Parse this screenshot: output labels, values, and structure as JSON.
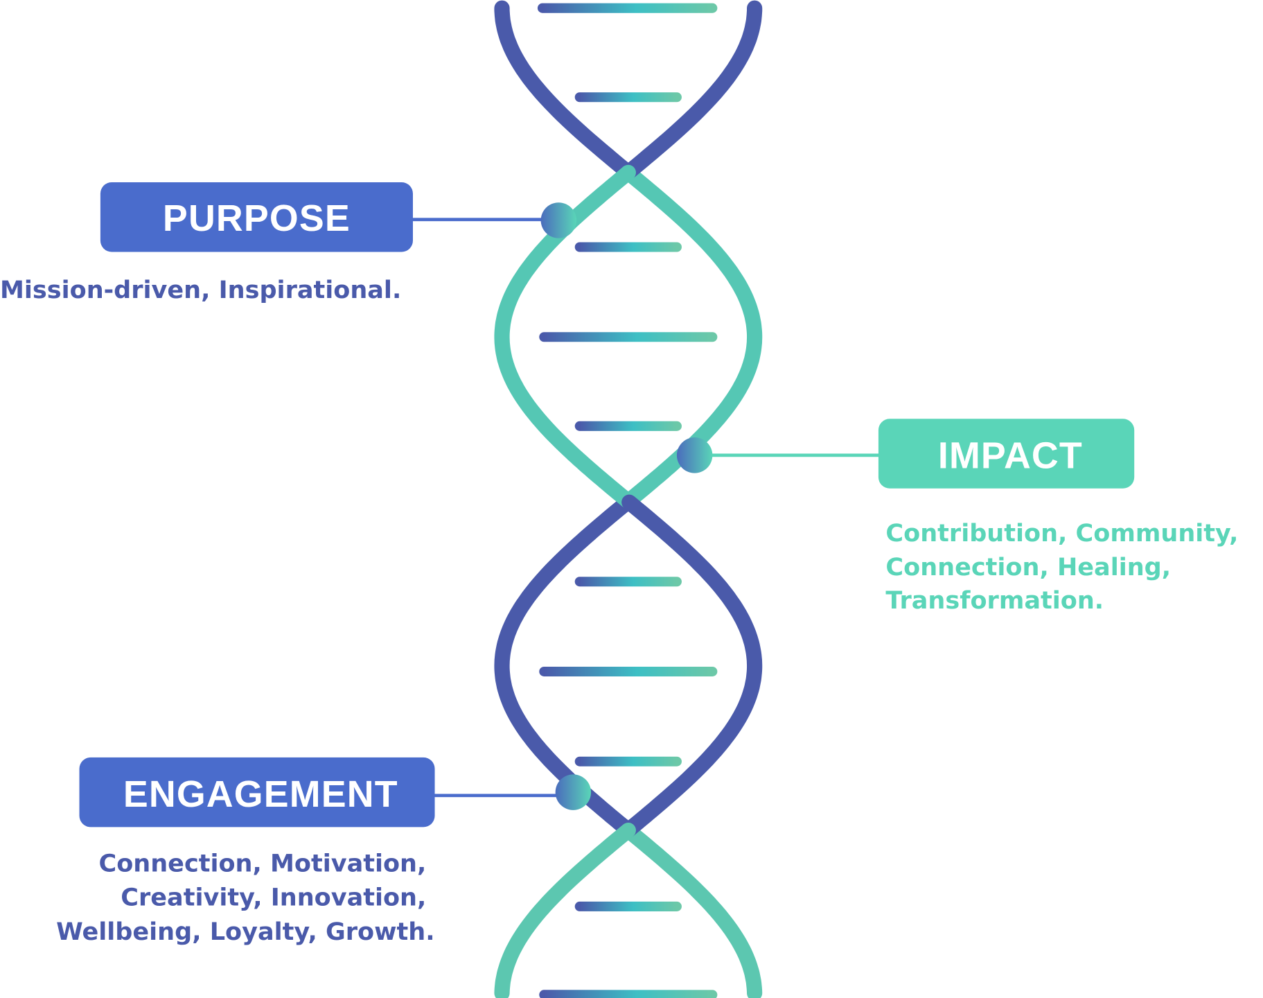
{
  "colors": {
    "blue": "#4a6ccc",
    "navy": "#4a5aaa",
    "teal": "#3dbfc4",
    "green": "#5ad5b8"
  },
  "purpose": {
    "label": "PURPOSE",
    "lines": [
      "Mission-driven, Inspirational."
    ]
  },
  "impact": {
    "label": "IMPACT",
    "lines": [
      "Contribution, Community,",
      "Connection, Healing,",
      "Transformation."
    ]
  },
  "engagement": {
    "label": "ENGAGEMENT",
    "lines": [
      "Connection, Motivation,",
      "Creativity, Innovation,",
      "Wellbeing, Loyalty, Growth."
    ]
  }
}
